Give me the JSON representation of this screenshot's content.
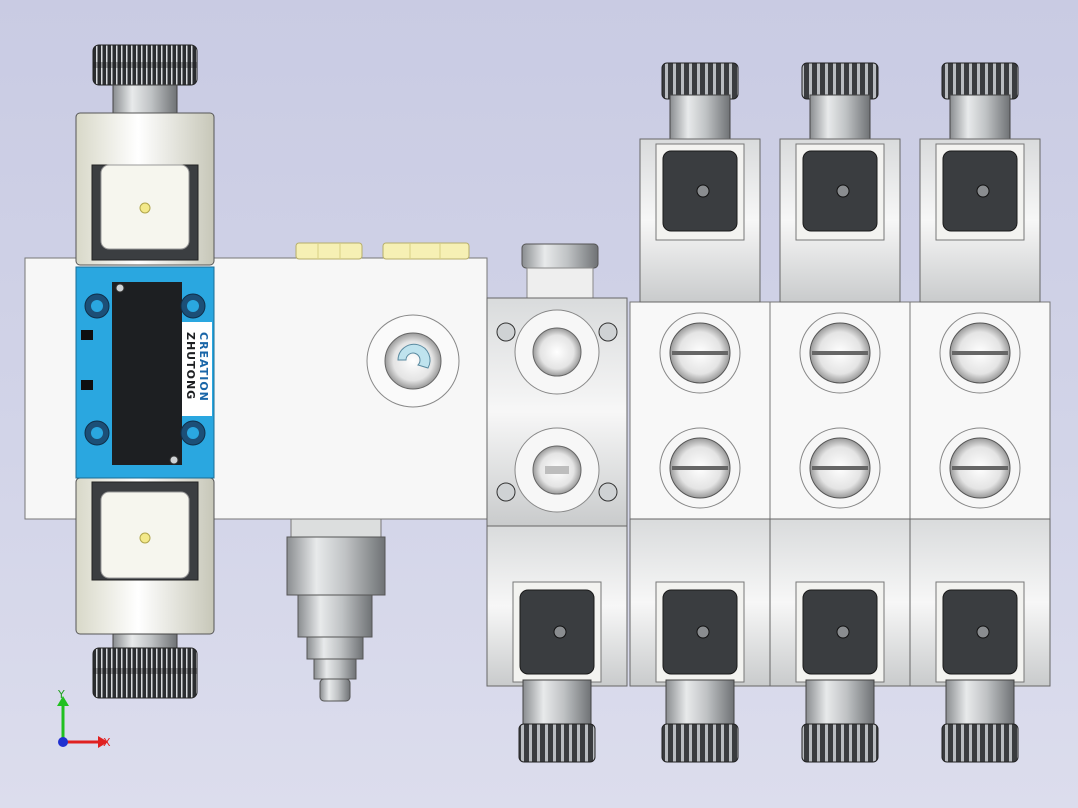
{
  "valve_label": {
    "brand_line1": "CREATION",
    "brand_line2": "ZHUTONG"
  },
  "axis_triad": {
    "x_label": "X",
    "y_label": "Y"
  },
  "colors": {
    "background": "#cfd1e6",
    "valve_body_blue": "#2aa7e0",
    "block_body": "#f2f2f2",
    "coil_dark": "#3a3d40",
    "coil_cap": "#fbfbf0",
    "indicator_yellow": "#f3e98a",
    "plug_yellow": "#f6f0b4",
    "x_axis": "#e02020",
    "y_axis": "#20c020",
    "origin": "#2030d0"
  }
}
